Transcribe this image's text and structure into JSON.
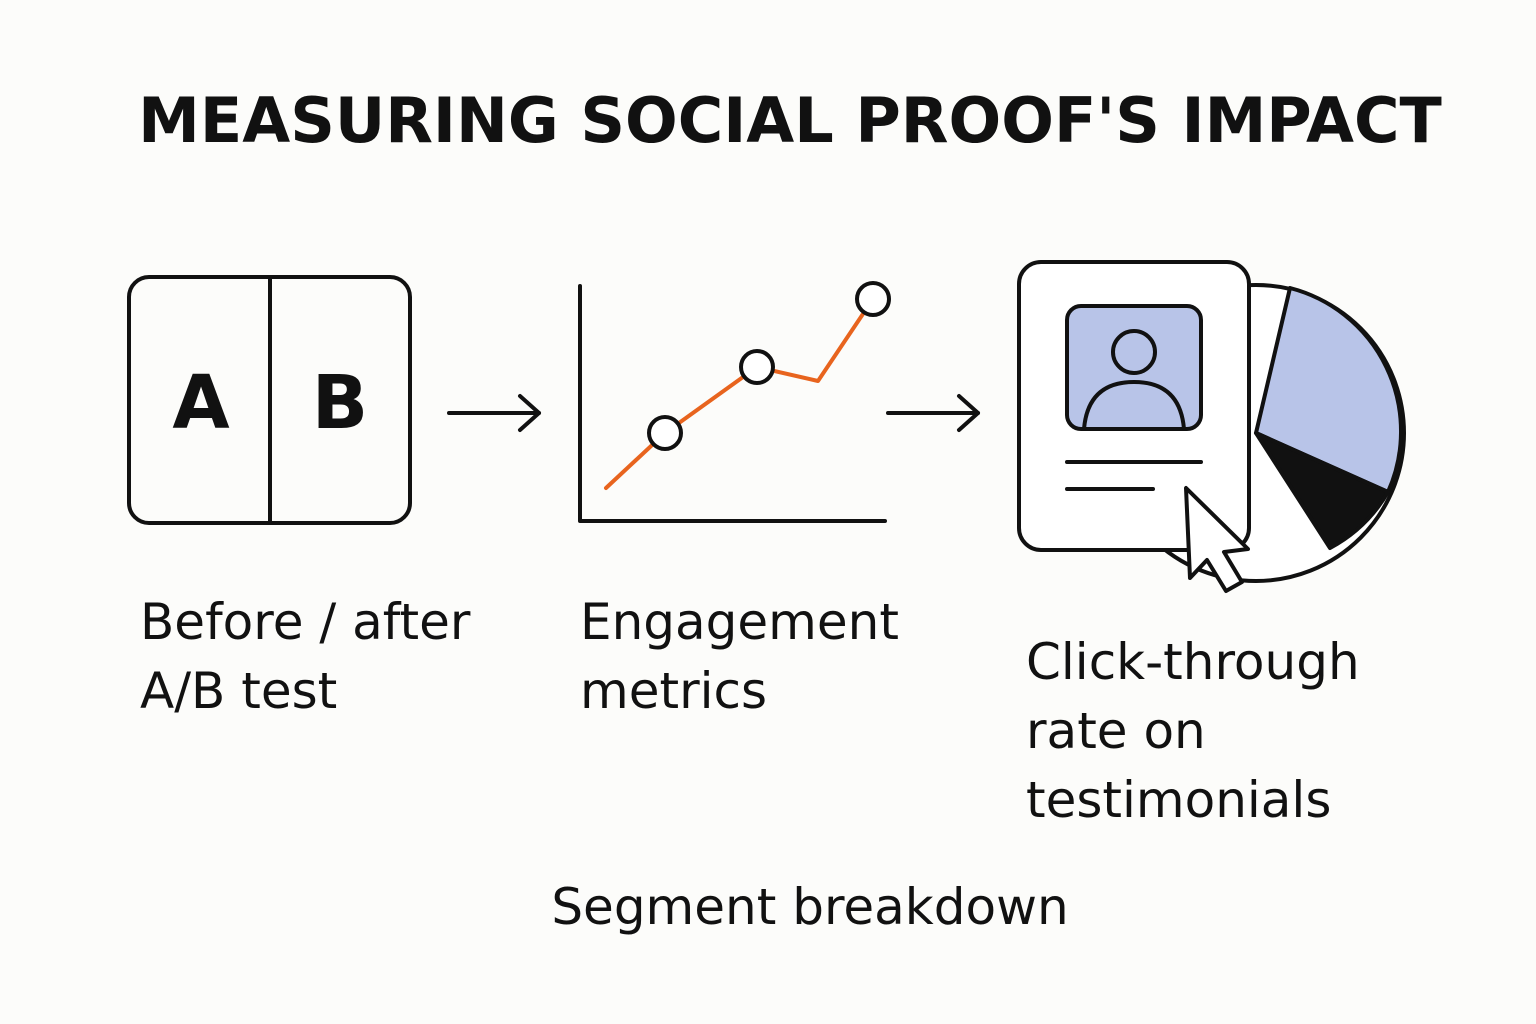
{
  "title": "MEASURING SOCIAL PROOF'S IMPACT",
  "ab_panel": {
    "left_letter": "A",
    "right_letter": "B"
  },
  "steps": [
    {
      "icon": "ab-split-icon",
      "lines": [
        "Before / after",
        "A/B test"
      ]
    },
    {
      "icon": "line-chart-icon",
      "lines": [
        "Engagement",
        "metrics"
      ]
    },
    {
      "icon": "testimonial-card-icon",
      "lines": [
        "Click-through",
        "rate on",
        "testimonials"
      ]
    }
  ],
  "footer_label": "Segment breakdown",
  "icons": [
    "arrow-right-icon",
    "pie-chart-icon",
    "cursor-icon",
    "user-avatar-icon"
  ],
  "colors": {
    "ink": "#111111",
    "accent_orange": "#e8641e",
    "avatar_fill": "#b8c4e8",
    "background": "#fcfcfa"
  }
}
